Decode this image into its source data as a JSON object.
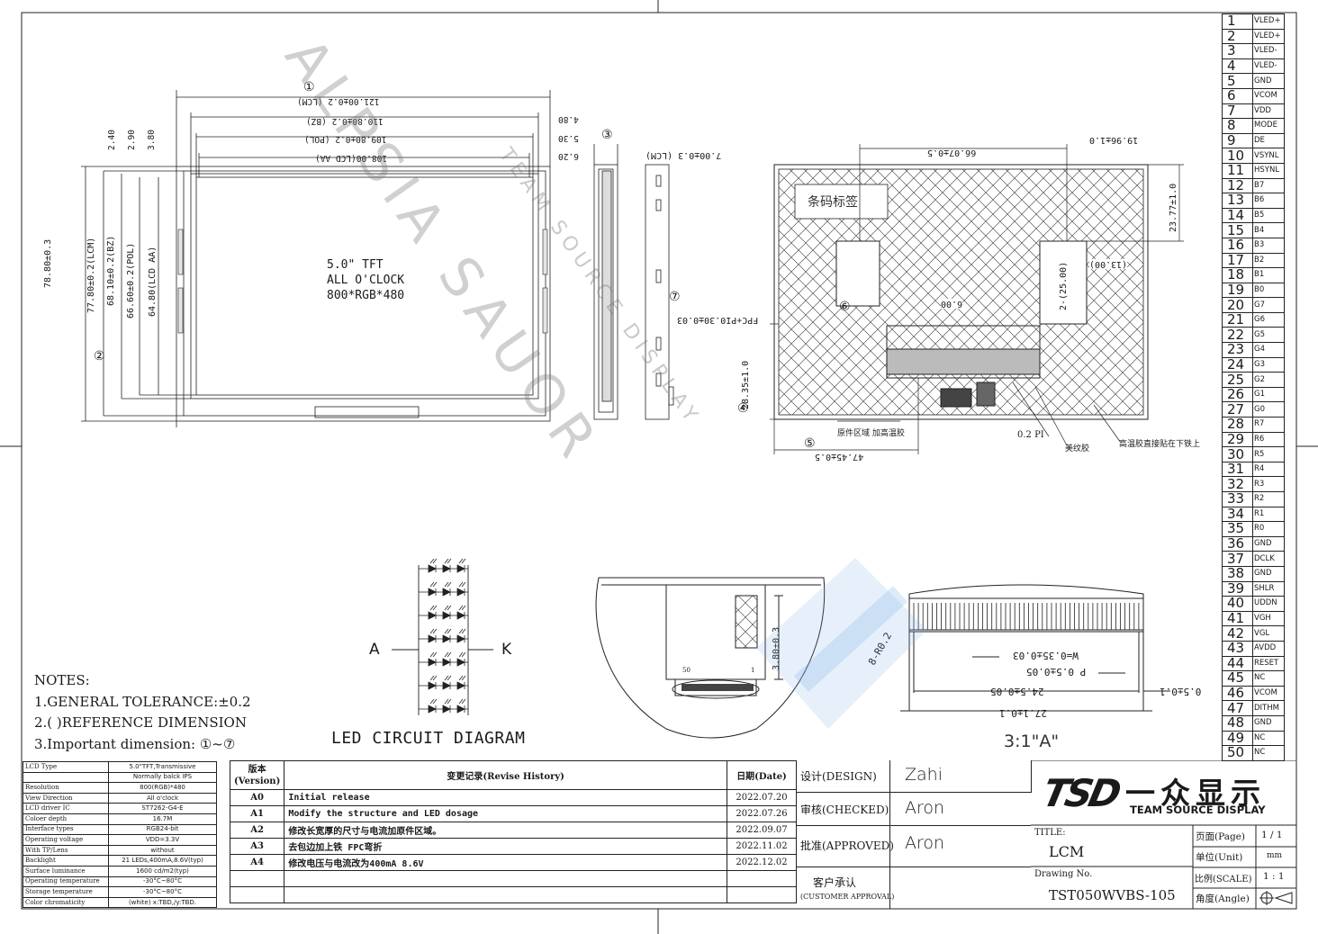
{
  "drawing": {
    "front_dims": {
      "d121": "121.00±0.2 (LCM)",
      "d110": "110.80±0.2 (BZ)",
      "d109": "109.80±0.2 (POL)",
      "d108": "108.00(LCD AA)",
      "r480": "4.80",
      "r530": "5.30",
      "r620": "6.20",
      "t240": "2.40",
      "t290": "2.90",
      "t380": "3.80",
      "v7880": "78.80±0.3",
      "v7780": "77.80±0.2(LCM)",
      "v6810": "68.10±0.2(BZ)",
      "v6660": "66.60±0.2(POL)",
      "v6480": "64.80(LCD AA)"
    },
    "screen_text": [
      "5.0\" TFT",
      "ALL O'CLOCK",
      "800*RGB*480"
    ],
    "side_dims": {
      "thickness": "7.00±0.3 (LCM)",
      "fpc": "FPC+PI0.30±0.03"
    },
    "back_dims": {
      "d6607": "66.07±0.5",
      "d1996": "19.96±1.0",
      "d2377": "23.77±1.0",
      "d2500": "2-(25.00)",
      "d1300": "(13.00)",
      "d600": "6.00",
      "d2835": "28.35±1.0",
      "d4745": "47.45±0.5",
      "label_barcode": "条码标签",
      "note_fixed": "原件区域 加高温胶",
      "note_pi": "0.2 PI",
      "note_tape": "美纹胶",
      "note_glue": "高温胶直接贴在下铁上"
    },
    "markers": [
      "①",
      "②",
      "③",
      "④",
      "⑤",
      "⑥",
      "⑦"
    ],
    "led": {
      "anode": "A",
      "cathode": "K",
      "title": "LED CIRCUIT DIAGRAM"
    },
    "detail": {
      "d380": "3.80±0.3",
      "pin_50": "50",
      "pin_1": "1",
      "w": "W=0.35±0.03",
      "p": "P 0.5±0.05",
      "d245": "24.5±0.05",
      "d271": "27.1±0.1",
      "d05": "0.5±0.1",
      "r": "8-R0.2",
      "caption": "3:1\"A\""
    }
  },
  "notes": {
    "title": "NOTES:",
    "lines": [
      "1.GENERAL TOLERANCE:±0.2",
      "2.(  )REFERENCE DIMENSION",
      "3.Important dimension: ①~⑦"
    ]
  },
  "pins": [
    {
      "n": "1",
      "f": "VLED+"
    },
    {
      "n": "2",
      "f": "VLED+"
    },
    {
      "n": "3",
      "f": "VLED-"
    },
    {
      "n": "4",
      "f": "VLED-"
    },
    {
      "n": "5",
      "f": "GND"
    },
    {
      "n": "6",
      "f": "VCOM"
    },
    {
      "n": "7",
      "f": "VDD"
    },
    {
      "n": "8",
      "f": "MODE"
    },
    {
      "n": "9",
      "f": "DE"
    },
    {
      "n": "10",
      "f": "VSYNL"
    },
    {
      "n": "11",
      "f": "HSYNL"
    },
    {
      "n": "12",
      "f": "B7"
    },
    {
      "n": "13",
      "f": "B6"
    },
    {
      "n": "14",
      "f": "B5"
    },
    {
      "n": "15",
      "f": "B4"
    },
    {
      "n": "16",
      "f": "B3"
    },
    {
      "n": "17",
      "f": "B2"
    },
    {
      "n": "18",
      "f": "B1"
    },
    {
      "n": "19",
      "f": "B0"
    },
    {
      "n": "20",
      "f": "G7"
    },
    {
      "n": "21",
      "f": "G6"
    },
    {
      "n": "22",
      "f": "G5"
    },
    {
      "n": "23",
      "f": "G4"
    },
    {
      "n": "24",
      "f": "G3"
    },
    {
      "n": "25",
      "f": "G2"
    },
    {
      "n": "26",
      "f": "G1"
    },
    {
      "n": "27",
      "f": "G0"
    },
    {
      "n": "28",
      "f": "R7"
    },
    {
      "n": "29",
      "f": "R6"
    },
    {
      "n": "30",
      "f": "R5"
    },
    {
      "n": "31",
      "f": "R4"
    },
    {
      "n": "32",
      "f": "R3"
    },
    {
      "n": "33",
      "f": "R2"
    },
    {
      "n": "34",
      "f": "R1"
    },
    {
      "n": "35",
      "f": "R0"
    },
    {
      "n": "36",
      "f": "GND"
    },
    {
      "n": "37",
      "f": "DCLK"
    },
    {
      "n": "38",
      "f": "GND"
    },
    {
      "n": "39",
      "f": "SHLR"
    },
    {
      "n": "40",
      "f": "UDDN"
    },
    {
      "n": "41",
      "f": "VGH"
    },
    {
      "n": "42",
      "f": "VGL"
    },
    {
      "n": "43",
      "f": "AVDD"
    },
    {
      "n": "44",
      "f": "RESET"
    },
    {
      "n": "45",
      "f": "NC"
    },
    {
      "n": "46",
      "f": "VCOM"
    },
    {
      "n": "47",
      "f": "DITHM"
    },
    {
      "n": "48",
      "f": "GND"
    },
    {
      "n": "49",
      "f": "NC"
    },
    {
      "n": "50",
      "f": "NC"
    }
  ],
  "specs": [
    {
      "k": "LCD Type",
      "v": "5.0\"TFT,Transmissive"
    },
    {
      "k": "",
      "v": "Normally balck IPS"
    },
    {
      "k": "Resolution",
      "v": "800(RGB)*480"
    },
    {
      "k": "View Direction",
      "v": "All o'clock"
    },
    {
      "k": "LCD driver IC",
      "v": "ST7262-G4-E"
    },
    {
      "k": "Coloer depth",
      "v": "16.7M"
    },
    {
      "k": "Interface types",
      "v": "RGB24-bit"
    },
    {
      "k": "Operating voltage",
      "v": "VDD=3.3V"
    },
    {
      "k": "With TP/Lens",
      "v": "without"
    },
    {
      "k": "Backlight",
      "v": "21 LEDs,400mA,8.6V(typ)"
    },
    {
      "k": "Surface luminance",
      "v": "1600 cd/m2(typ)"
    },
    {
      "k": "Operating temperature",
      "v": "-30°C~80°C"
    },
    {
      "k": "Storage temperature",
      "v": "-30°C~80°C"
    },
    {
      "k": "Color chromaticity",
      "v": "(white) x:TBD,/y:TBD."
    }
  ],
  "revisions": {
    "h_ver": "版本 (Version)",
    "h_hist": "变更记录(Revise History)",
    "h_date": "日期(Date)",
    "rows": [
      {
        "v": "A0",
        "h": "Initial release",
        "d": "2022.07.20"
      },
      {
        "v": "A1",
        "h": "Modify the structure and LED dosage",
        "d": "2022.07.26"
      },
      {
        "v": "A2",
        "h": "修改长宽厚的尺寸与电流加原件区域。",
        "d": "2022.09.07"
      },
      {
        "v": "A3",
        "h": "去包边加上铁 FPC弯折",
        "d": "2022.11.02"
      },
      {
        "v": "A4",
        "h": "修改电压与电流改为400mA 8.6V",
        "d": "2022.12.02"
      }
    ]
  },
  "sign": {
    "design_label": "设计(DESIGN)",
    "design": "Zahi",
    "checked_label": "审核(CHECKED)",
    "checked": "Aron",
    "approved_label": "批准(APPROVED)",
    "approved": "Aron",
    "customer_label": "客户承认",
    "customer_label2": "(CUSTOMER APPROVAL)"
  },
  "title_block": {
    "logo_text": "TSD",
    "company_cn": "一众显示",
    "company_en": "TEAM SOURCE DISPLAY",
    "title_label": "TITLE:",
    "title": "LCM",
    "drawing_label": "Drawing No.",
    "drawing_no": "TST050WVBS-105",
    "page_label": "页面(Page)",
    "page": "1 / 1",
    "unit_label": "单位(Unit)",
    "unit": "mm",
    "scale_label": "比例(SCALE)",
    "scale": "1 : 1",
    "angle_label": "角度(Angle)"
  },
  "watermark": {
    "line1": "ALPSIA SAUOR",
    "line2": "TEAM SOURCE DISPLAY"
  }
}
